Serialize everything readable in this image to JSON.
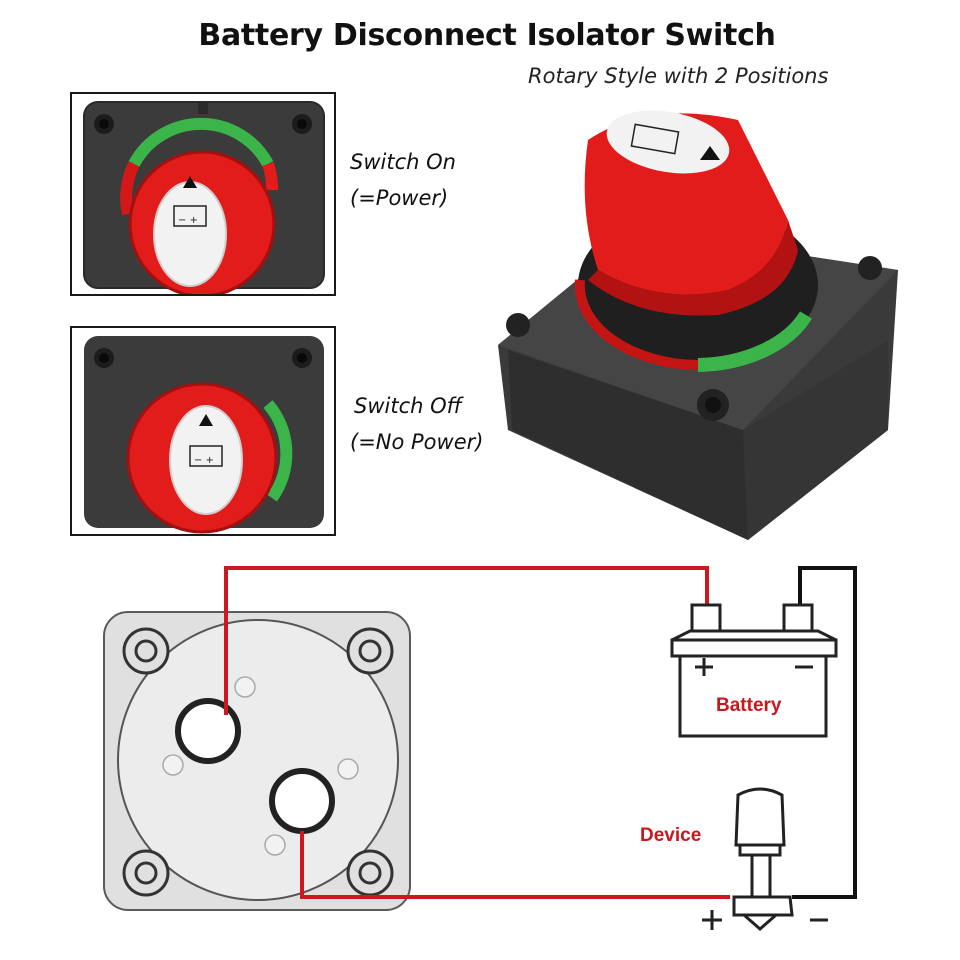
{
  "header": {
    "title": "Battery Disconnect Isolator Switch",
    "subtitle": "Rotary Style with 2 Positions"
  },
  "positions": [
    {
      "line1": "Switch On",
      "line2": "(=Power)"
    },
    {
      "line1": "Switch Off",
      "line2": "(=No Power)"
    }
  ],
  "diagram": {
    "battery_label": "Battery",
    "device_label": "Device",
    "plus_symbol": "+",
    "minus_symbol": "−"
  },
  "colors": {
    "switch_red": "#e21b1b",
    "ring_green": "#3bb54a",
    "housing": "#3a3a3a",
    "wire_red": "#d0161f",
    "wire_black": "#111111"
  }
}
